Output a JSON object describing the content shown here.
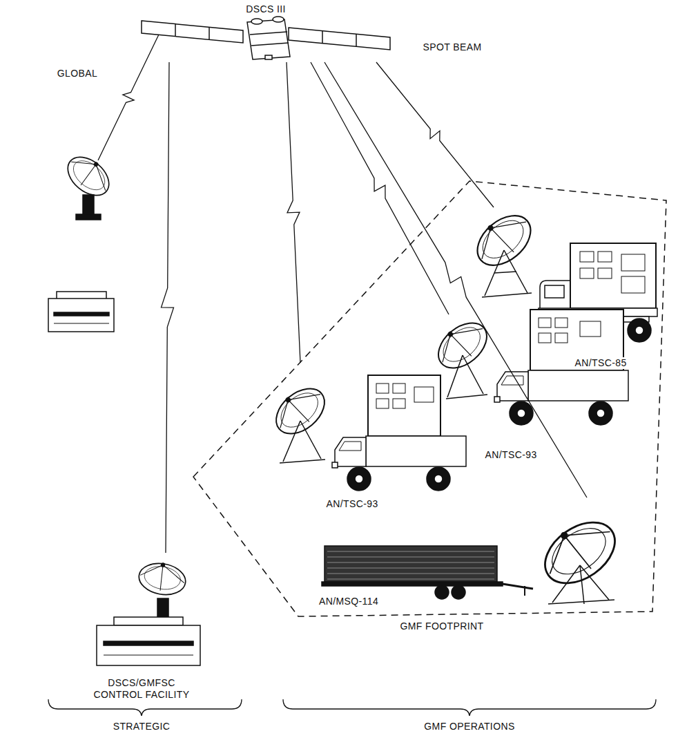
{
  "diagram": {
    "nodes": [
      {
        "text": [
          "DSCS III"
        ]
      },
      {
        "text": [
          "AN/TSC-85"
        ]
      },
      {
        "text": [
          "AN/TSC-93"
        ]
      },
      {
        "text": [
          "AN/TSC-93"
        ]
      },
      {
        "text": [
          "AN/MSQ-114"
        ]
      },
      {
        "text": [
          "DSCS/GMFSC CONTROL FACILITY"
        ]
      }
    ],
    "edges": [
      {
        "from": 0,
        "to": 1,
        "arrow": "none"
      },
      {
        "from": 0,
        "to": 2,
        "arrow": "none"
      },
      {
        "from": 0,
        "to": 3,
        "arrow": "none"
      },
      {
        "from": 0,
        "to": 4,
        "arrow": "none"
      },
      {
        "from": 0,
        "to": 5,
        "arrow": "none"
      }
    ],
    "labels": [
      "SPOT BEAM",
      "GLOBAL",
      "GMF FOOTPRINT",
      "STRATEGIC",
      "GMF OPERATIONS"
    ]
  }
}
